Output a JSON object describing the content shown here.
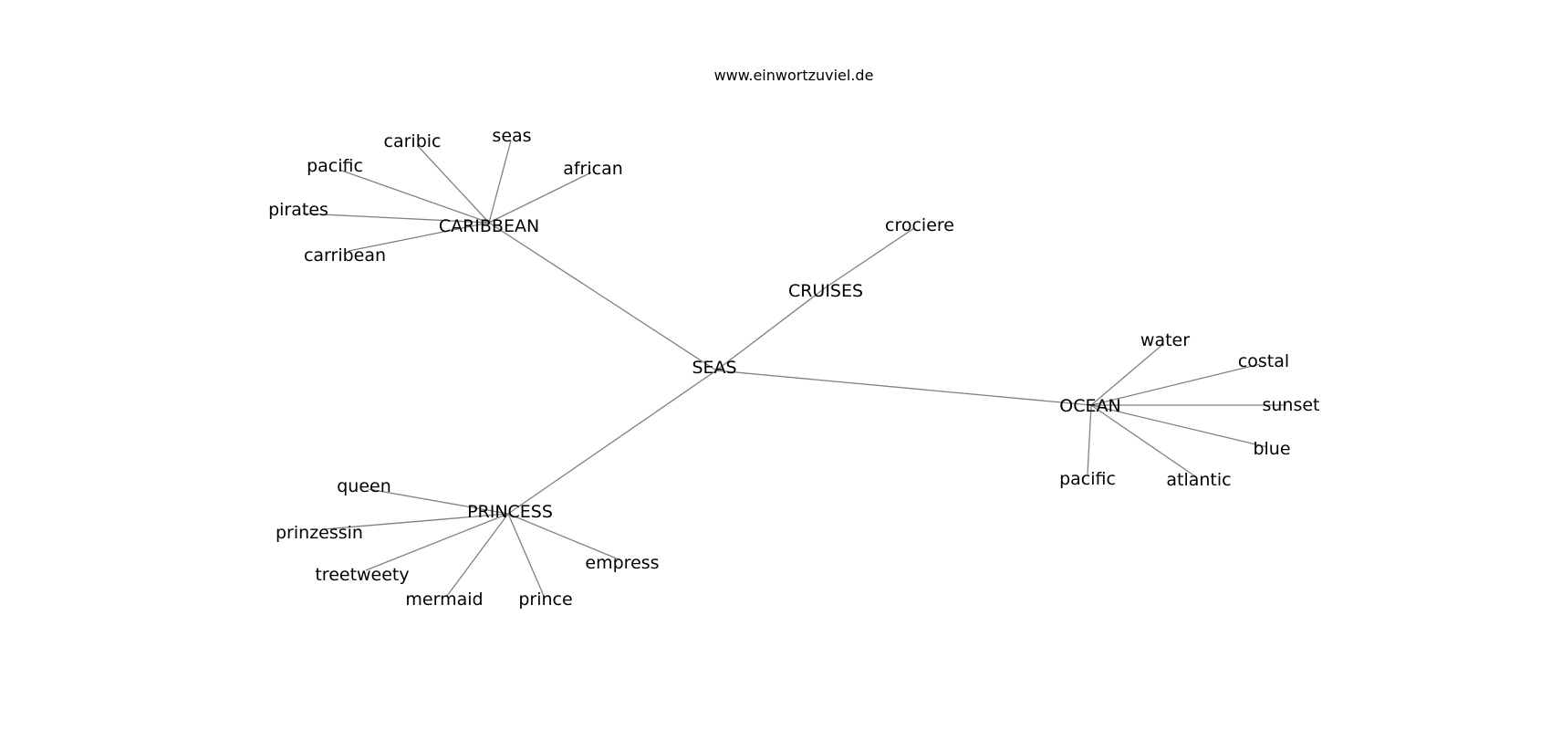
{
  "title": "www.einwortzuviel.de",
  "center": "SEAS",
  "hubs": {
    "caribbean": "CARIBBEAN",
    "cruises": "CRUISES",
    "ocean": "OCEAN",
    "princess": "PRINCESS"
  },
  "leaves": {
    "caribbean": [
      "caribic",
      "seas",
      "african",
      "pacific",
      "pirates",
      "carribean"
    ],
    "cruises": [
      "crociere"
    ],
    "ocean": [
      "water",
      "costal",
      "sunset",
      "blue",
      "atlantic",
      "pacific"
    ],
    "princess": [
      "queen",
      "prinzessin",
      "treetweety",
      "mermaid",
      "prince",
      "empress"
    ]
  },
  "colors": {
    "edge": "#808080",
    "text": "#000000",
    "background": "#ffffff"
  }
}
